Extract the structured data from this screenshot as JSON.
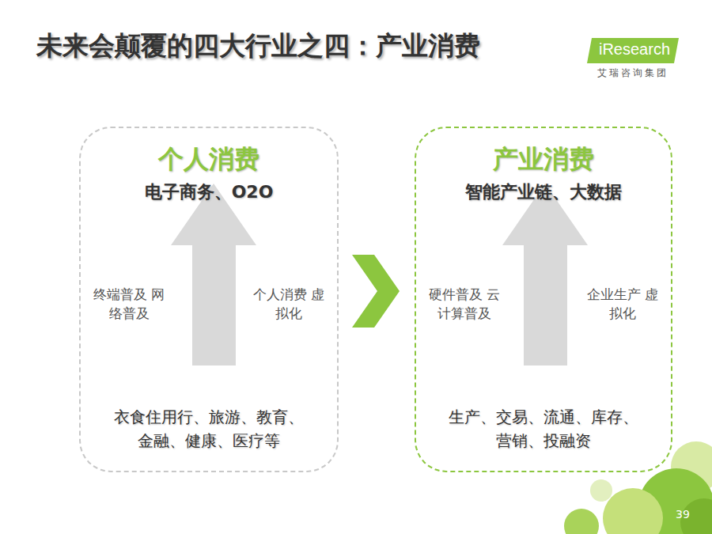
{
  "diagram": {
    "title": "未来会颠覆的四大行业之四：产业消费",
    "nodes": [
      {
        "text": [
          "个人消费",
          "电子商务、O2O",
          "终端普及 网络普及",
          "个人消费 虚拟化",
          "衣食住用行、旅游、教育、金融、健康、医疗等"
        ]
      },
      {
        "text": [
          "产业消费",
          "智能产业链、大数据",
          "硬件普及 云计算普及",
          "企业生产 虚拟化",
          "生产、交易、流通、库存、营销、投融资"
        ]
      }
    ],
    "edges": [
      {
        "from": 0,
        "to": 1,
        "arrow": "to"
      }
    ],
    "labels": [
      "iResearch",
      "艾瑞咨询集团",
      "39"
    ]
  }
}
